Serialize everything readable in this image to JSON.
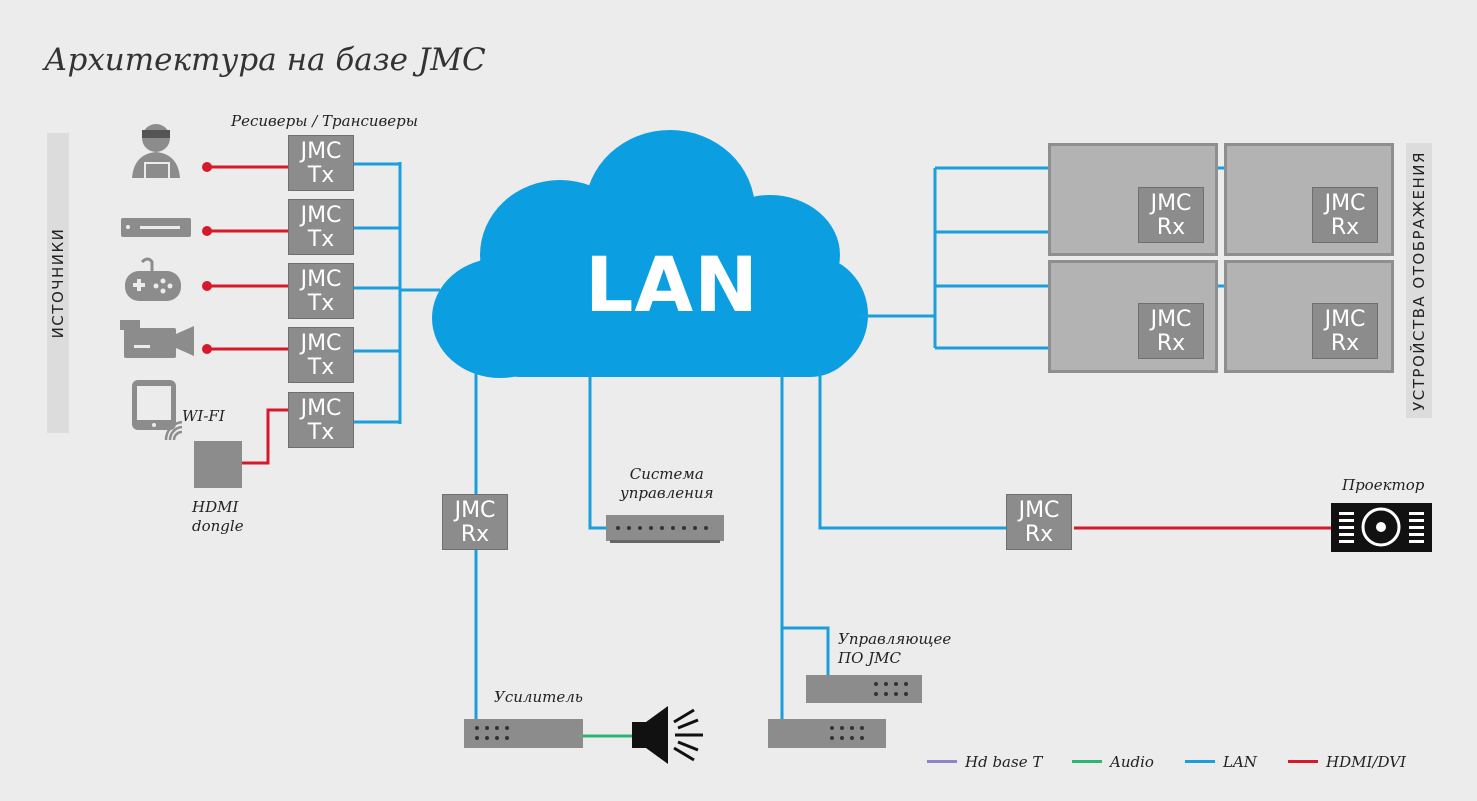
{
  "title": "Архитектура на базе JMC",
  "labels": {
    "sources": "ИСТОЧНИКИ",
    "displays": "УСТРОЙСТВА ОТОБРАЖЕНИЯ",
    "transceivers": "Ресиверы / Трансиверы",
    "wifi": "WI-FI",
    "hdmi_dongle": [
      "HDMI",
      "dongle"
    ],
    "control_system": [
      "Система",
      "управления"
    ],
    "projector": "Проектор",
    "control_sw": [
      "Управляющее",
      "ПО JMC"
    ],
    "amplifier": "Усилитель",
    "lan": "LAN"
  },
  "tx_boxes": [
    {
      "line1": "JMC",
      "line2": "Tx"
    },
    {
      "line1": "JMC",
      "line2": "Tx"
    },
    {
      "line1": "JMC",
      "line2": "Tx"
    },
    {
      "line1": "JMC",
      "line2": "Tx"
    },
    {
      "line1": "JMC",
      "line2": "Tx"
    }
  ],
  "rx_boxes": [
    {
      "line1": "JMC",
      "line2": "Rx"
    },
    {
      "line1": "JMC",
      "line2": "Rx"
    },
    {
      "line1": "JMC",
      "line2": "Rx"
    },
    {
      "line1": "JMC",
      "line2": "Rx"
    },
    {
      "line1": "JMC",
      "line2": "Rx"
    },
    {
      "line1": "JMC",
      "line2": "Rx"
    }
  ],
  "sources": [
    {
      "icon": "person-laptop-icon"
    },
    {
      "icon": "dvd-player-icon"
    },
    {
      "icon": "gamepad-icon"
    },
    {
      "icon": "video-camera-icon"
    },
    {
      "icon": "tablet-icon"
    }
  ],
  "legend": [
    {
      "label": "Hd base T",
      "color": "#8f86c9"
    },
    {
      "label": "Audio",
      "color": "#2bb673"
    },
    {
      "label": "LAN",
      "color": "#1a9fdc"
    },
    {
      "label": "HDMI/DVI",
      "color": "#d7182a"
    }
  ],
  "colors": {
    "lan": "#1a9fdc",
    "hdmi": "#d7182a",
    "audio": "#2bb673",
    "device": "#8c8c8c",
    "cloud": "#0b9ee0"
  }
}
